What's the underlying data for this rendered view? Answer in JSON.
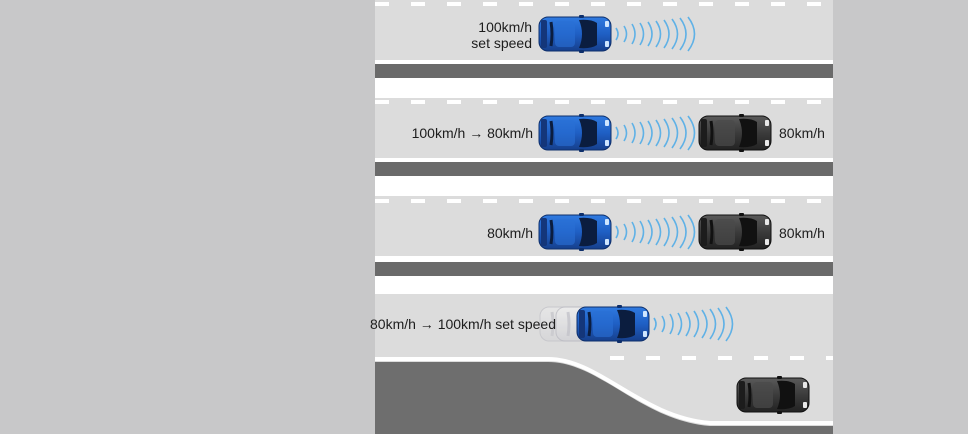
{
  "scenes": [
    {
      "id": "cruise",
      "own_car_label": "100km/h\nset speed",
      "own_car_label_line1": "100km/h",
      "own_car_label_line2": "set speed",
      "lead_car_label": ""
    },
    {
      "id": "slow-down",
      "own_car_label": "100km/h → 80km/h",
      "lead_car_label": "80km/h"
    },
    {
      "id": "follow",
      "own_car_label": "80km/h",
      "lead_car_label": "80km/h"
    },
    {
      "id": "resume",
      "own_car_label": "80km/h → 100km/h set speed",
      "lead_car_label": ""
    }
  ],
  "colors": {
    "background": "#c8c8c9",
    "road_surface": "#dcdcdc",
    "dashed_line": "#ffffff",
    "barrier_dark": "#6a6a6a",
    "own_car": "#1f5fc4",
    "other_car": "#3a3a3a",
    "radar": "#5fb1e6"
  },
  "icons": {
    "own_car": "blue-car-icon",
    "lead_car": "dark-car-icon",
    "radar": "radar-wave-icon"
  }
}
